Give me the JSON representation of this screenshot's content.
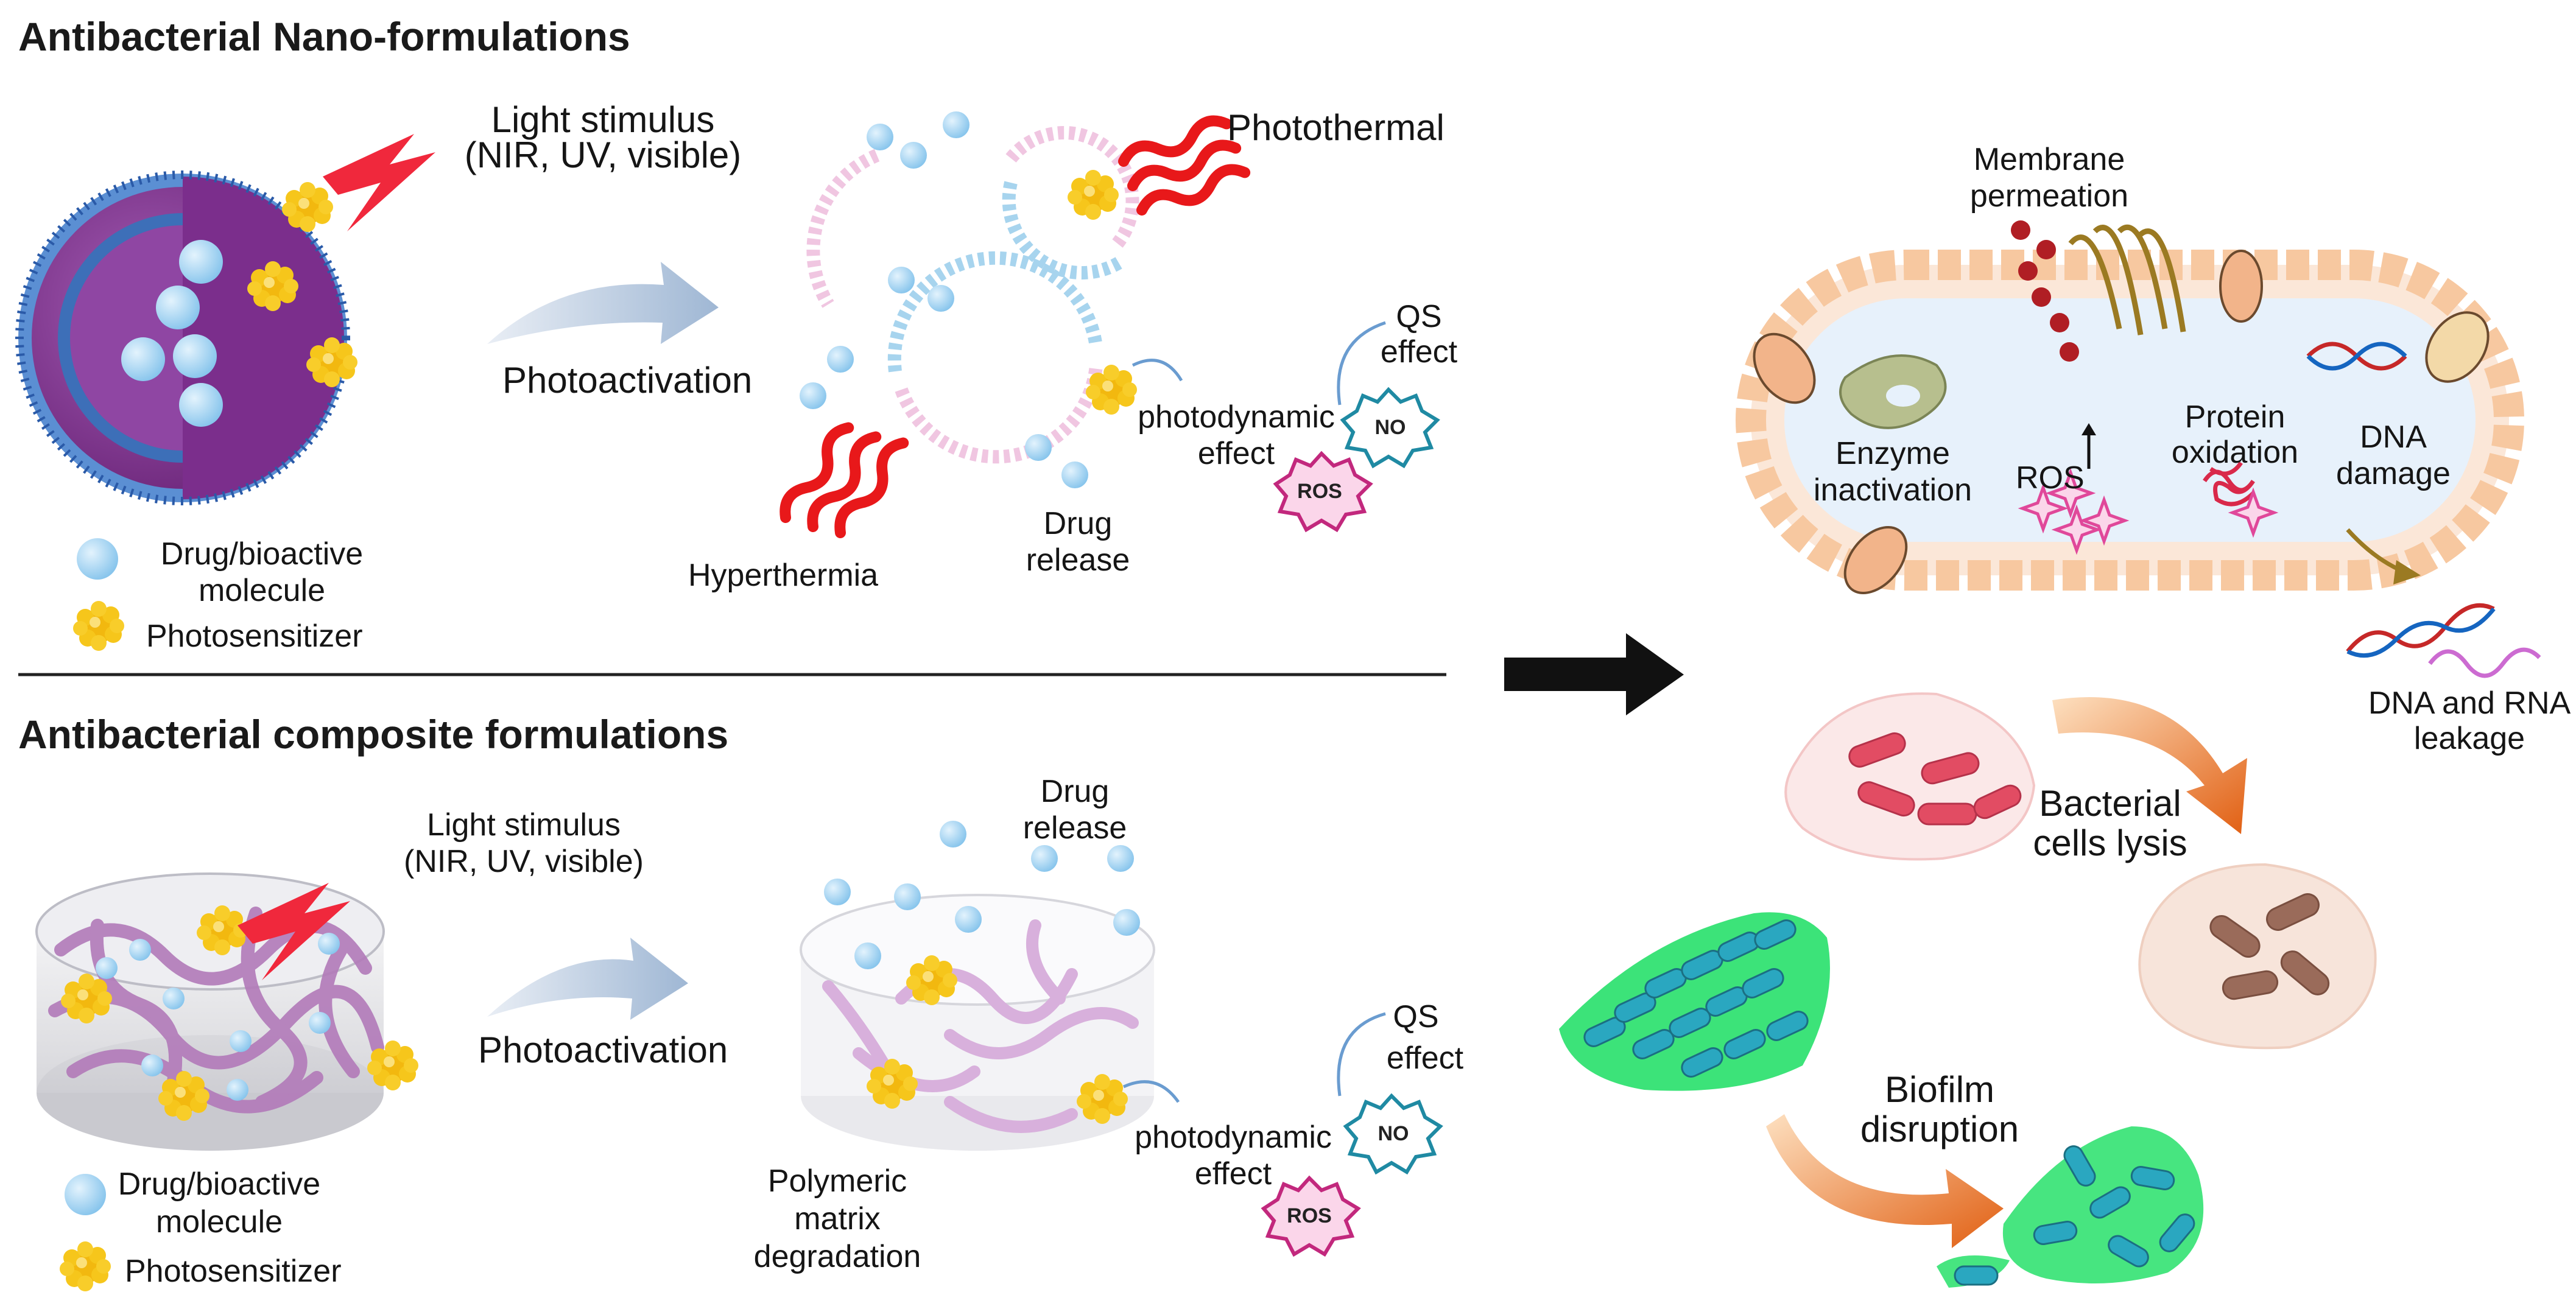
{
  "sections": {
    "nano_title": "Antibacterial Nano-formulations",
    "composite_title": "Antibacterial composite formulations"
  },
  "nano": {
    "light_line1": "Light stimulus",
    "light_line2": "(NIR, UV, visible)",
    "photoactivation": "Photoactivation",
    "photothermal": "Photothermal",
    "hyperthermia": "Hyperthermia",
    "drug_release_1": "Drug",
    "drug_release_2": "release",
    "photodynamic_1": "photodynamic",
    "photodynamic_2": "effect",
    "qs_1": "QS",
    "qs_2": "effect",
    "no_badge": "NO",
    "ros_badge": "ROS",
    "legend_drug_1": "Drug/bioactive",
    "legend_drug_2": "molecule",
    "legend_ps": "Photosensitizer"
  },
  "composite": {
    "light_line1": "Light stimulus",
    "light_line2": "(NIR, UV, visible)",
    "photoactivation": "Photoactivation",
    "drug_release_1": "Drug",
    "drug_release_2": "release",
    "polymeric_1": "Polymeric",
    "polymeric_2": "matrix",
    "polymeric_3": "degradation",
    "photodynamic_1": "photodynamic",
    "photodynamic_2": "effect",
    "qs_1": "QS",
    "qs_2": "effect",
    "no_badge": "NO",
    "ros_badge": "ROS",
    "legend_drug_1": "Drug/bioactive",
    "legend_drug_2": "molecule",
    "legend_ps": "Photosensitizer"
  },
  "effects": {
    "membrane_1": "Membrane",
    "membrane_2": "permeation",
    "enzyme_1": "Enzyme",
    "enzyme_2": "inactivation",
    "ros": "ROS",
    "protein_1": "Protein",
    "protein_2": "oxidation",
    "dna_1": "DNA",
    "dna_2": "damage",
    "leakage_1": "DNA and RNA",
    "leakage_2": "leakage",
    "lysis_1": "Bacterial",
    "lysis_2": "cells lysis",
    "biofilm_1": "Biofilm",
    "biofilm_2": "disruption"
  },
  "colors": {
    "nanoparticle": "#7a2f8a",
    "shell": "#3f7fc9",
    "drug": "#a9d6f2",
    "photosensitizer": "#f2b80f",
    "heat": "#e8181a",
    "lightning": "#f0283c",
    "membrane": "#f7c8a0",
    "cytoplasm": "#e7f1fb",
    "red_dot": "#b01e24",
    "ros_star": "#e0489a",
    "lysis_arrow": "#e86a1c",
    "biofilm": "#27e06a",
    "main_arrow": "#111111",
    "photo_arrow": "#a8bfd8"
  }
}
